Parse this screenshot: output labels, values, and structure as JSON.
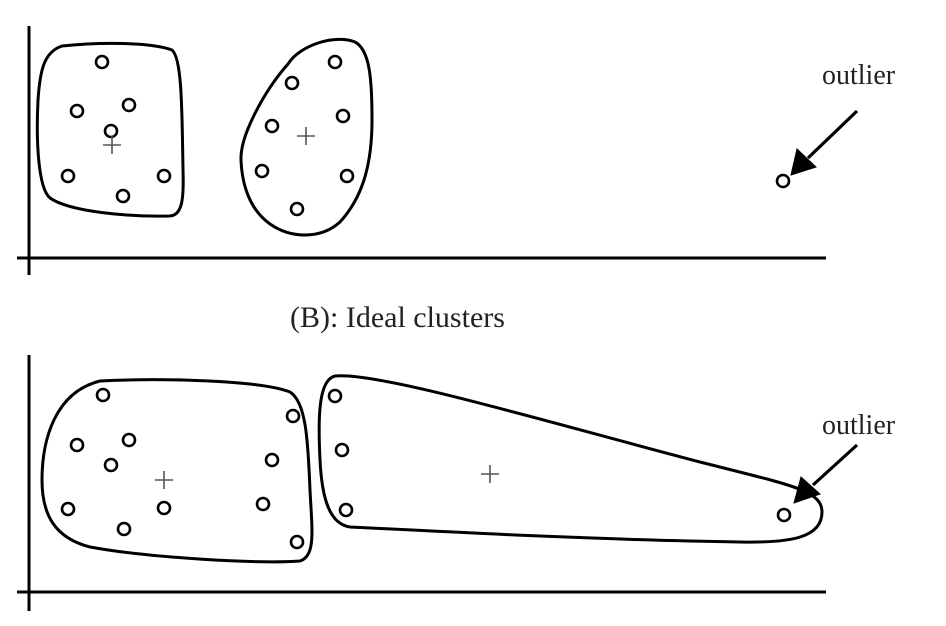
{
  "panel_top": {
    "outlier_label": "outlier",
    "caption": "(B): Ideal clusters"
  },
  "panel_bottom": {
    "outlier_label": "outlier"
  },
  "colors": {
    "ink": "#000000",
    "centroid": "#555555",
    "text": "#222222"
  }
}
